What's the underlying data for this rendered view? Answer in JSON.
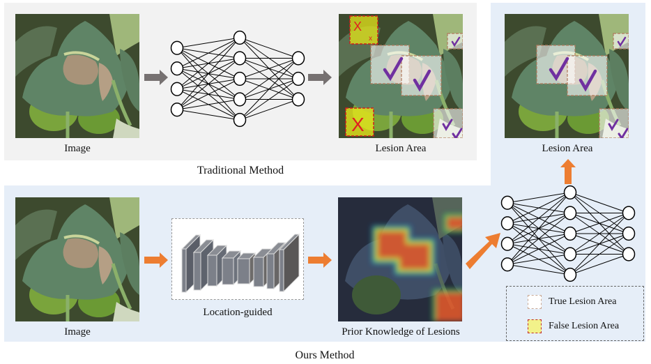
{
  "diagram": {
    "traditional": {
      "section_title": "Traditional Method",
      "input_label": "Image",
      "output_label": "Lesion Area",
      "detections": [
        {
          "kind": "false",
          "mark": "X"
        },
        {
          "kind": "false",
          "mark": "x"
        },
        {
          "kind": "false",
          "mark": "X"
        },
        {
          "kind": "true",
          "mark": "check"
        },
        {
          "kind": "true",
          "mark": "check"
        },
        {
          "kind": "true",
          "mark": "check"
        },
        {
          "kind": "true",
          "mark": "check"
        }
      ]
    },
    "ours": {
      "section_title": "Ours Method",
      "input_label": "Image",
      "encoder_label": "Location-guided",
      "prior_label": "Prior Knowledge of Lesions",
      "output_label": "Lesion Area",
      "detections": [
        {
          "kind": "true",
          "mark": "check"
        },
        {
          "kind": "true",
          "mark": "check"
        },
        {
          "kind": "true",
          "mark": "check"
        },
        {
          "kind": "true",
          "mark": "check"
        }
      ]
    },
    "network_layers": [
      4,
      5,
      3
    ],
    "legend": {
      "true_label": "True Lesion Area",
      "false_label": "False Lesion Area"
    },
    "icons": {
      "traditional_arrow": "arrow-right-icon",
      "ours_arrow": "arrow-right-icon",
      "diagonal_arrow": "arrow-up-right-icon",
      "up_arrow": "arrow-up-icon",
      "true_mark": "checkmark-icon",
      "false_mark": "x-mark-icon"
    },
    "colors": {
      "traditional_panel": "#f2f2f2",
      "ours_panel": "#e6eef8",
      "traditional_arrow": "#767171",
      "ours_arrow": "#ed7d31",
      "check": "#7030a0",
      "false_mark": "#e02020",
      "false_fill": "#f2f28a",
      "false_border": "#c0282a",
      "true_border": "#c8a894"
    }
  }
}
